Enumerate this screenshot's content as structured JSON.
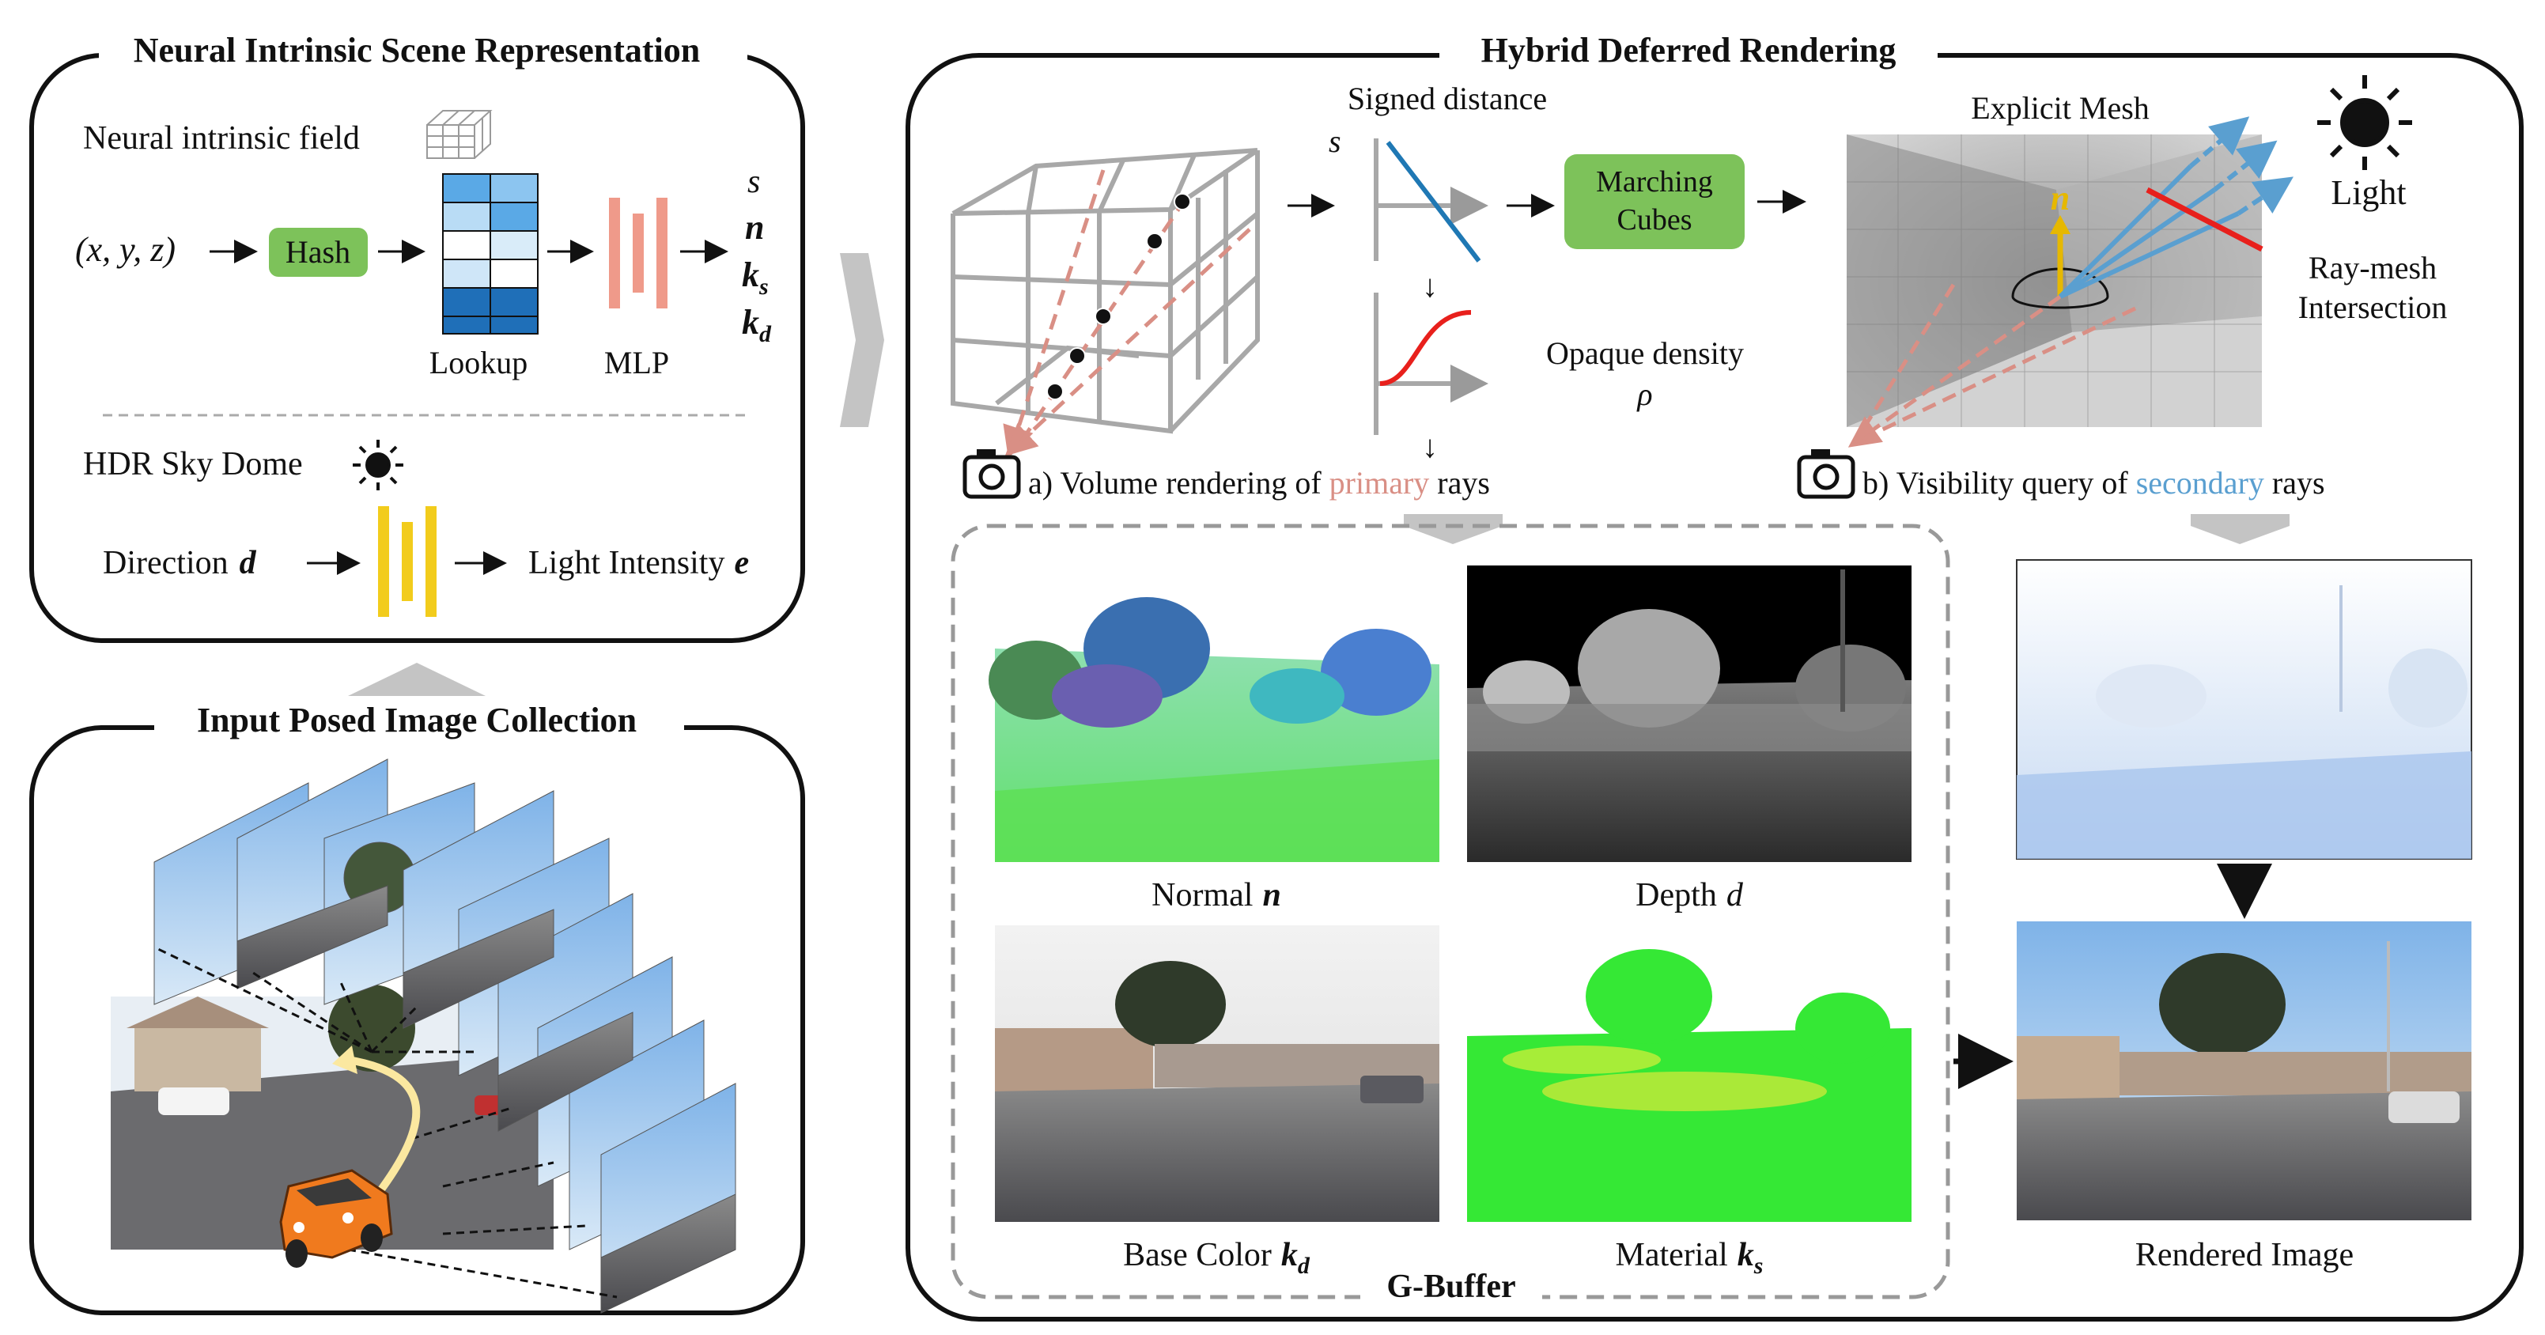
{
  "panels": {
    "neural": {
      "title": "Neural Intrinsic Scene Representation",
      "field_label": "Neural intrinsic field",
      "input_label": "(x, y, z)",
      "hash_label": "Hash",
      "lookup_label": "Lookup",
      "mlp_label": "MLP",
      "outputs": [
        "s",
        "n",
        "k",
        "k"
      ],
      "output_subscripts": [
        "",
        "",
        "s",
        "d"
      ],
      "sky_label": "HDR Sky Dome",
      "direction_label": "Direction",
      "direction_symbol": "d",
      "intensity_label": "Light Intensity",
      "intensity_symbol": "e"
    },
    "input": {
      "title": "Input Posed Image Collection"
    },
    "hybrid": {
      "title": "Hybrid Deferred Rendering",
      "signed_distance_label": "Signed distance",
      "signed_distance_symbol": "s",
      "marching_cubes_line1": "Marching",
      "marching_cubes_line2": "Cubes",
      "opaque_density_label": "Opaque density",
      "opaque_density_symbol": "ρ",
      "explicit_mesh_label": "Explicit Mesh",
      "light_label": "Light",
      "normal_symbol": "n",
      "raymesh_line1": "Ray-mesh",
      "raymesh_line2": "Intersection",
      "caption_a_prefix": "a) Volume rendering of ",
      "caption_a_highlight": "primary",
      "caption_a_suffix": " rays",
      "caption_b_prefix": "b) Visibility query of ",
      "caption_b_highlight": "secondary",
      "caption_b_suffix": " rays",
      "gbuffer_title": "G-Buffer",
      "normal_caption": "Normal",
      "normal_caption_symbol": "n",
      "depth_caption": "Depth",
      "depth_caption_symbol": "d",
      "basecolor_caption": "Base Color",
      "basecolor_caption_symbol": "k",
      "basecolor_caption_sub": "d",
      "material_caption": "Material",
      "material_caption_symbol": "k",
      "material_caption_sub": "s",
      "rendered_caption": "Rendered Image"
    }
  },
  "colors": {
    "hash_green": "#7dc25a",
    "mlp_salmon": "#ef9a8a",
    "sky_yellow": "#f2cc1c",
    "primary_ray": "#d98f85",
    "secondary_ray": "#5a9fd0",
    "sdf_line": "#1f78b4",
    "density_curve": "#e8201c",
    "normal_yellow": "#e6b800",
    "intersection_red": "#e8201c"
  }
}
